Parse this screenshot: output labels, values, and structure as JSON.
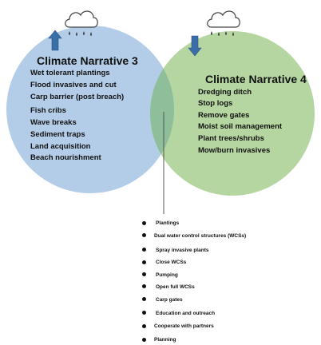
{
  "colors": {
    "left_circle": "#b3cde8",
    "right_circle": "#b5d6a0",
    "overlap": "#8fbf9a",
    "arrow": "#3a6ea8",
    "cloud_stroke": "#444444"
  },
  "icons": {
    "left": {
      "cloud": "rain-cloud-icon",
      "arrow": "up-arrow-icon"
    },
    "right": {
      "cloud": "rain-cloud-icon",
      "arrow": "down-arrow-icon"
    }
  },
  "narrative3": {
    "title": "Climate Narrative 3",
    "items": [
      "Wet tolerant plantings",
      "Flood invasives and cut",
      "Carp barrier (post breach)",
      "Fish cribs",
      "Wave breaks",
      "Sediment traps",
      "Land acquisition",
      "Beach nourishment"
    ]
  },
  "narrative4": {
    "title": "Climate Narrative 4",
    "items": [
      "Dredging ditch",
      "Stop logs",
      "Remove gates",
      "Moist soil management",
      "Plant trees/shrubs",
      "Mow/burn invasives"
    ]
  },
  "shared": {
    "items": [
      "Plantings",
      "Dual water control structures (WCSs)",
      "Spray invasive plants",
      "Close WCSs",
      "Pumping",
      "Open full WCSs",
      "Carp gates",
      "Education and outreach",
      "Cooperate with partners",
      "Planning"
    ]
  }
}
